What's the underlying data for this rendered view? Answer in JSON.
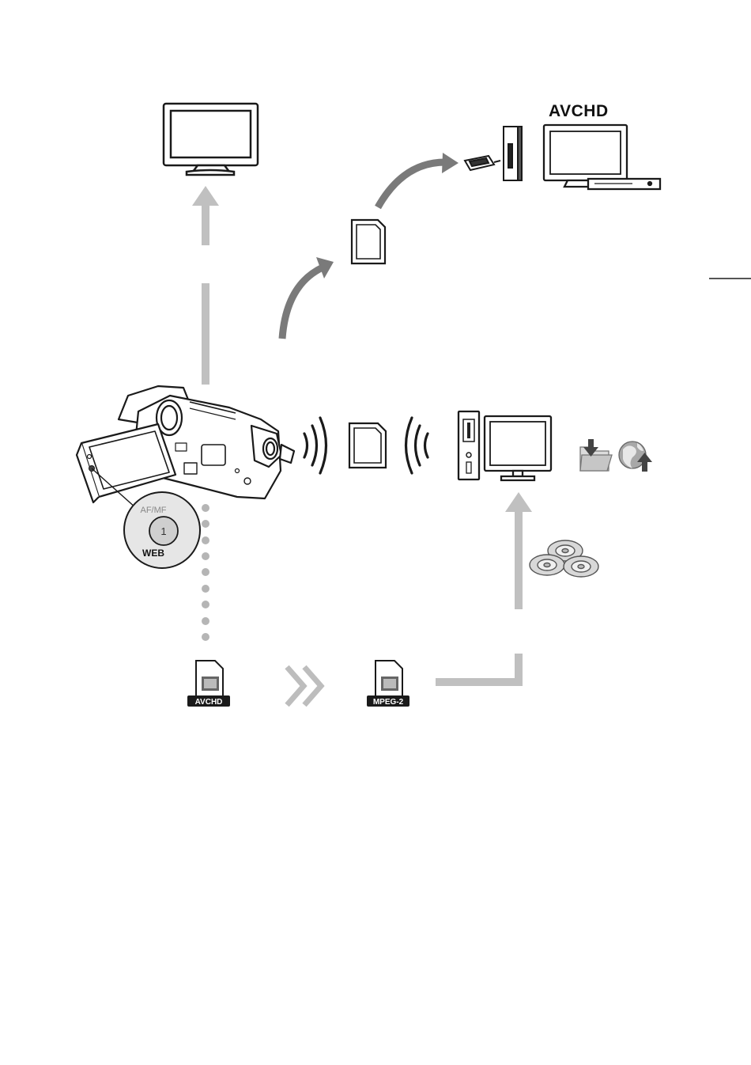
{
  "labels": {
    "avchd_logo": "AVCHD",
    "button_top": "AF/MF",
    "button_number": "1",
    "button_bottom": "WEB",
    "file_avchd": "AVCHD",
    "file_mpeg2": "MPEG-2"
  },
  "colors": {
    "arrow_gray": "#c0c0c0",
    "arrow_dark": "#7a7a7a",
    "line": "#1a1a1a",
    "dot_gray": "#b5b5b5"
  },
  "icons": [
    "tv-icon",
    "memory-card-icon",
    "card-reader-icon",
    "avchd-tv-player-icon",
    "camcorder-icon",
    "wireless-signal-icon",
    "computer-icon",
    "folder-download-icon",
    "globe-upload-icon",
    "discs-icon",
    "avchd-file-icon",
    "mpeg2-file-icon",
    "double-chevron-icon"
  ]
}
